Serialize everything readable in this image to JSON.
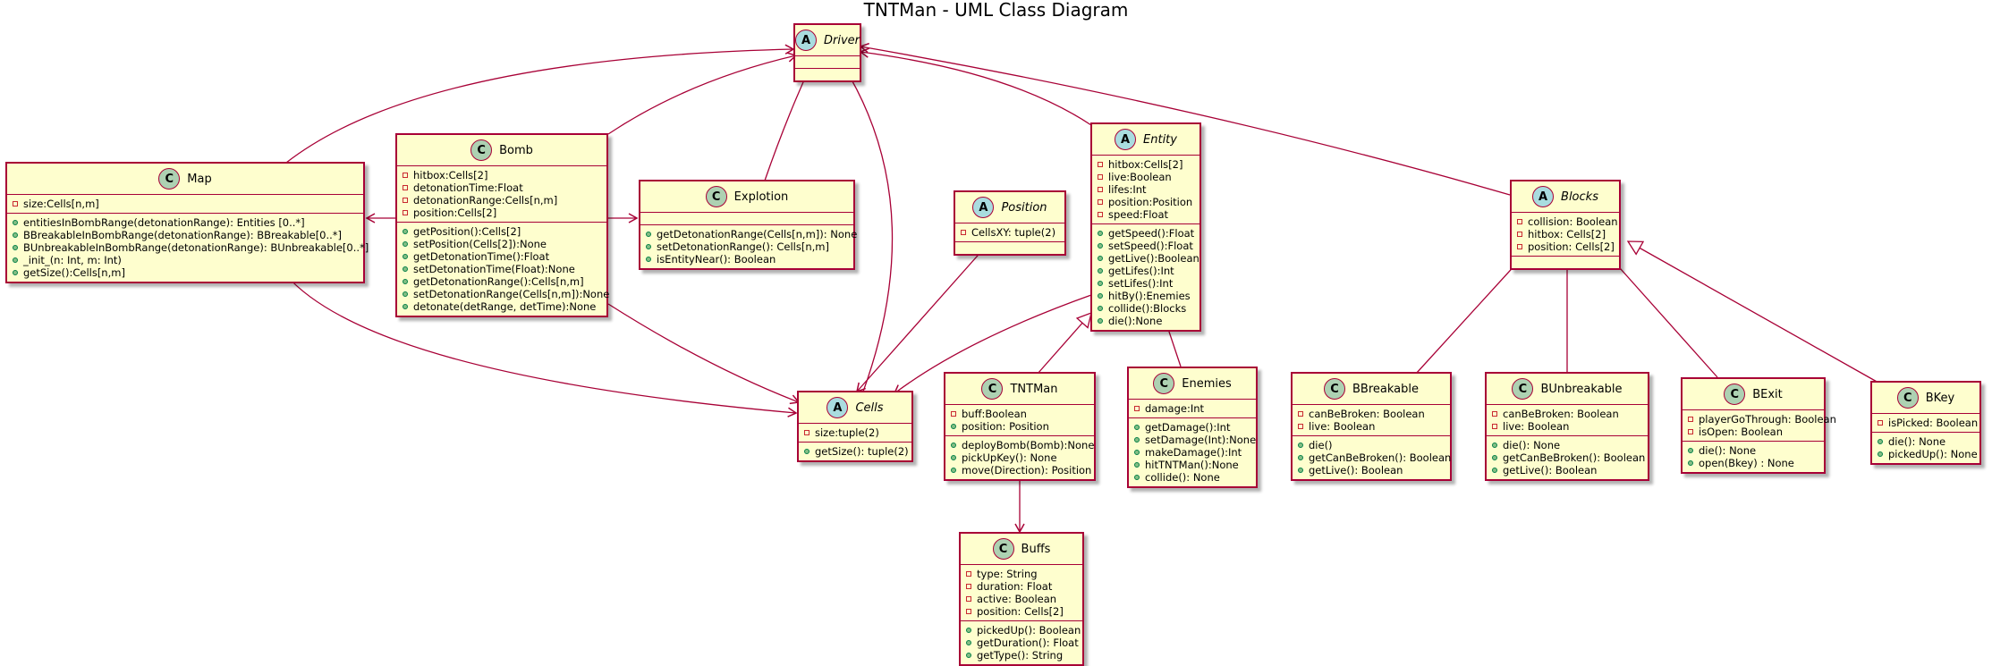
{
  "title": "TNTMan - UML Class Diagram",
  "colors": {
    "border": "#a80036",
    "fill": "#fefece",
    "class_circle": "#add1b2",
    "abstract_circle": "#a9dcdf",
    "edge": "#a80036"
  },
  "classes": {
    "driver": {
      "name": "Driver",
      "kind": "A",
      "abstract": true,
      "fields": [],
      "methods": []
    },
    "map": {
      "name": "Map",
      "kind": "C",
      "abstract": false,
      "fields": [
        {
          "vis": "private",
          "text": "size:Cells[n,m]"
        }
      ],
      "methods": [
        {
          "vis": "public",
          "text": "entitiesInBombRange(detonationRange): Entities [0..*]"
        },
        {
          "vis": "public",
          "text": "BBreakableInBombRange(detonationRange): BBreakable[0..*]"
        },
        {
          "vis": "public",
          "text": "BUnbreakableInBombRange(detonationRange): BUnbreakable[0..*]"
        },
        {
          "vis": "public",
          "text": "_init_(n: Int, m: Int)"
        },
        {
          "vis": "public",
          "text": "getSize():Cells[n,m]"
        }
      ]
    },
    "bomb": {
      "name": "Bomb",
      "kind": "C",
      "abstract": false,
      "fields": [
        {
          "vis": "private",
          "text": "hitbox:Cells[2]"
        },
        {
          "vis": "private",
          "text": "detonationTime:Float"
        },
        {
          "vis": "private",
          "text": "detonationRange:Cells[n,m]"
        },
        {
          "vis": "private",
          "text": "position:Cells[2]"
        }
      ],
      "methods": [
        {
          "vis": "public",
          "text": "getPosition():Cells[2]"
        },
        {
          "vis": "public",
          "text": "setPosition(Cells[2]):None"
        },
        {
          "vis": "public",
          "text": "getDetonationTime():Float"
        },
        {
          "vis": "public",
          "text": "setDetonationTime(Float):None"
        },
        {
          "vis": "public",
          "text": "getDetonationRange():Cells[n,m]"
        },
        {
          "vis": "public",
          "text": "setDetonationRange(Cells[n,m]):None"
        },
        {
          "vis": "public",
          "text": "detonate(detRange, detTime):None"
        }
      ]
    },
    "explotion": {
      "name": "Explotion",
      "kind": "C",
      "abstract": false,
      "fields": [],
      "methods": [
        {
          "vis": "public",
          "text": "getDetonationRange(Cells[n,m]): None"
        },
        {
          "vis": "public",
          "text": "setDetonationRange(): Cells[n,m]"
        },
        {
          "vis": "public",
          "text": "isEntityNear(): Boolean"
        }
      ]
    },
    "position": {
      "name": "Position",
      "kind": "A",
      "abstract": true,
      "fields": [
        {
          "vis": "private",
          "text": "CellsXY: tuple(2)"
        }
      ],
      "methods": []
    },
    "cells": {
      "name": "Cells",
      "kind": "A",
      "abstract": true,
      "fields": [
        {
          "vis": "private",
          "text": "size:tuple(2)"
        }
      ],
      "methods": [
        {
          "vis": "public",
          "text": "getSize(): tuple(2)"
        }
      ]
    },
    "entity": {
      "name": "Entity",
      "kind": "A",
      "abstract": true,
      "fields": [
        {
          "vis": "private",
          "text": "hitbox:Cells[2]"
        },
        {
          "vis": "private",
          "text": "live:Boolean"
        },
        {
          "vis": "private",
          "text": "lifes:Int"
        },
        {
          "vis": "private",
          "text": "position:Position"
        },
        {
          "vis": "private",
          "text": "speed:Float"
        }
      ],
      "methods": [
        {
          "vis": "public",
          "text": "getSpeed():Float"
        },
        {
          "vis": "public",
          "text": "setSpeed():Float"
        },
        {
          "vis": "public",
          "text": "getLive():Boolean"
        },
        {
          "vis": "public",
          "text": "getLifes():Int"
        },
        {
          "vis": "public",
          "text": "setLifes():Int"
        },
        {
          "vis": "public",
          "text": "hitBy():Enemies"
        },
        {
          "vis": "public",
          "text": "collide():Blocks"
        },
        {
          "vis": "public",
          "text": "die():None"
        }
      ]
    },
    "tntman": {
      "name": "TNTMan",
      "kind": "C",
      "abstract": false,
      "fields": [
        {
          "vis": "private",
          "text": "buff:Boolean"
        },
        {
          "vis": "public",
          "text": "position: Position"
        }
      ],
      "methods": [
        {
          "vis": "public",
          "text": "deployBomb(Bomb):None"
        },
        {
          "vis": "public",
          "text": "pickUpKey(): None"
        },
        {
          "vis": "public",
          "text": "move(Direction): Position"
        }
      ]
    },
    "enemies": {
      "name": "Enemies",
      "kind": "C",
      "abstract": false,
      "fields": [
        {
          "vis": "private",
          "text": "damage:Int"
        }
      ],
      "methods": [
        {
          "vis": "public",
          "text": "getDamage():Int"
        },
        {
          "vis": "public",
          "text": "setDamage(Int):None"
        },
        {
          "vis": "public",
          "text": "makeDamage():Int"
        },
        {
          "vis": "public",
          "text": "hitTNTMan():None"
        },
        {
          "vis": "public",
          "text": "collide(): None"
        }
      ]
    },
    "buffs": {
      "name": "Buffs",
      "kind": "C",
      "abstract": false,
      "fields": [
        {
          "vis": "private",
          "text": "type: String"
        },
        {
          "vis": "private",
          "text": "duration: Float"
        },
        {
          "vis": "private",
          "text": "active: Boolean"
        },
        {
          "vis": "private",
          "text": "position: Cells[2]"
        }
      ],
      "methods": [
        {
          "vis": "public",
          "text": "pickedUp(): Boolean"
        },
        {
          "vis": "public",
          "text": "getDuration(): Float"
        },
        {
          "vis": "public",
          "text": "getType(): String"
        }
      ]
    },
    "blocks": {
      "name": "Blocks",
      "kind": "A",
      "abstract": true,
      "fields": [
        {
          "vis": "private",
          "text": "collision: Boolean"
        },
        {
          "vis": "private",
          "text": "hitbox: Cells[2]"
        },
        {
          "vis": "private",
          "text": "position: Cells[2]"
        }
      ],
      "methods": []
    },
    "bbreakable": {
      "name": "BBreakable",
      "kind": "C",
      "abstract": false,
      "fields": [
        {
          "vis": "private",
          "text": "canBeBroken: Boolean"
        },
        {
          "vis": "private",
          "text": "live: Boolean"
        }
      ],
      "methods": [
        {
          "vis": "public",
          "text": "die()"
        },
        {
          "vis": "public",
          "text": "getCanBeBroken(): Boolean"
        },
        {
          "vis": "public",
          "text": "getLive(): Boolean"
        }
      ]
    },
    "bunbreakable": {
      "name": "BUnbreakable",
      "kind": "C",
      "abstract": false,
      "fields": [
        {
          "vis": "private",
          "text": "canBeBroken: Boolean"
        },
        {
          "vis": "private",
          "text": "live: Boolean"
        }
      ],
      "methods": [
        {
          "vis": "public",
          "text": "die(): None"
        },
        {
          "vis": "public",
          "text": "getCanBeBroken(): Boolean"
        },
        {
          "vis": "public",
          "text": "getLive(): Boolean"
        }
      ]
    },
    "bexit": {
      "name": "BExit",
      "kind": "C",
      "abstract": false,
      "fields": [
        {
          "vis": "private",
          "text": "playerGoThrough: Boolean"
        },
        {
          "vis": "private",
          "text": "isOpen: Boolean"
        }
      ],
      "methods": [
        {
          "vis": "public",
          "text": "die(): None"
        },
        {
          "vis": "public",
          "text": "open(Bkey) : None"
        }
      ]
    },
    "bkey": {
      "name": "BKey",
      "kind": "C",
      "abstract": false,
      "fields": [
        {
          "vis": "private",
          "text": "isPicked: Boolean"
        }
      ],
      "methods": [
        {
          "vis": "public",
          "text": "die(): None"
        },
        {
          "vis": "public",
          "text": "pickedUp(): None"
        }
      ]
    }
  },
  "relations": [
    {
      "from": "map",
      "to": "driver",
      "type": "association"
    },
    {
      "from": "bomb",
      "to": "driver",
      "type": "association"
    },
    {
      "from": "explotion",
      "to": "driver",
      "type": "association"
    },
    {
      "from": "cells",
      "to": "driver",
      "type": "association"
    },
    {
      "from": "entity",
      "to": "driver",
      "type": "association"
    },
    {
      "from": "blocks",
      "to": "driver",
      "type": "association"
    },
    {
      "from": "bomb",
      "to": "map",
      "type": "association"
    },
    {
      "from": "bomb",
      "to": "explotion",
      "type": "association"
    },
    {
      "from": "map",
      "to": "cells",
      "type": "association"
    },
    {
      "from": "bomb",
      "to": "cells",
      "type": "association"
    },
    {
      "from": "position",
      "to": "cells",
      "type": "association"
    },
    {
      "from": "entity",
      "to": "cells",
      "type": "association"
    },
    {
      "from": "tntman",
      "to": "entity",
      "type": "inheritance"
    },
    {
      "from": "enemies",
      "to": "entity",
      "type": "inheritance"
    },
    {
      "from": "tntman",
      "to": "buffs",
      "type": "association"
    },
    {
      "from": "bbreakable",
      "to": "blocks",
      "type": "inheritance"
    },
    {
      "from": "bunbreakable",
      "to": "blocks",
      "type": "inheritance"
    },
    {
      "from": "bexit",
      "to": "blocks",
      "type": "inheritance"
    },
    {
      "from": "bkey",
      "to": "blocks",
      "type": "inheritance"
    }
  ]
}
